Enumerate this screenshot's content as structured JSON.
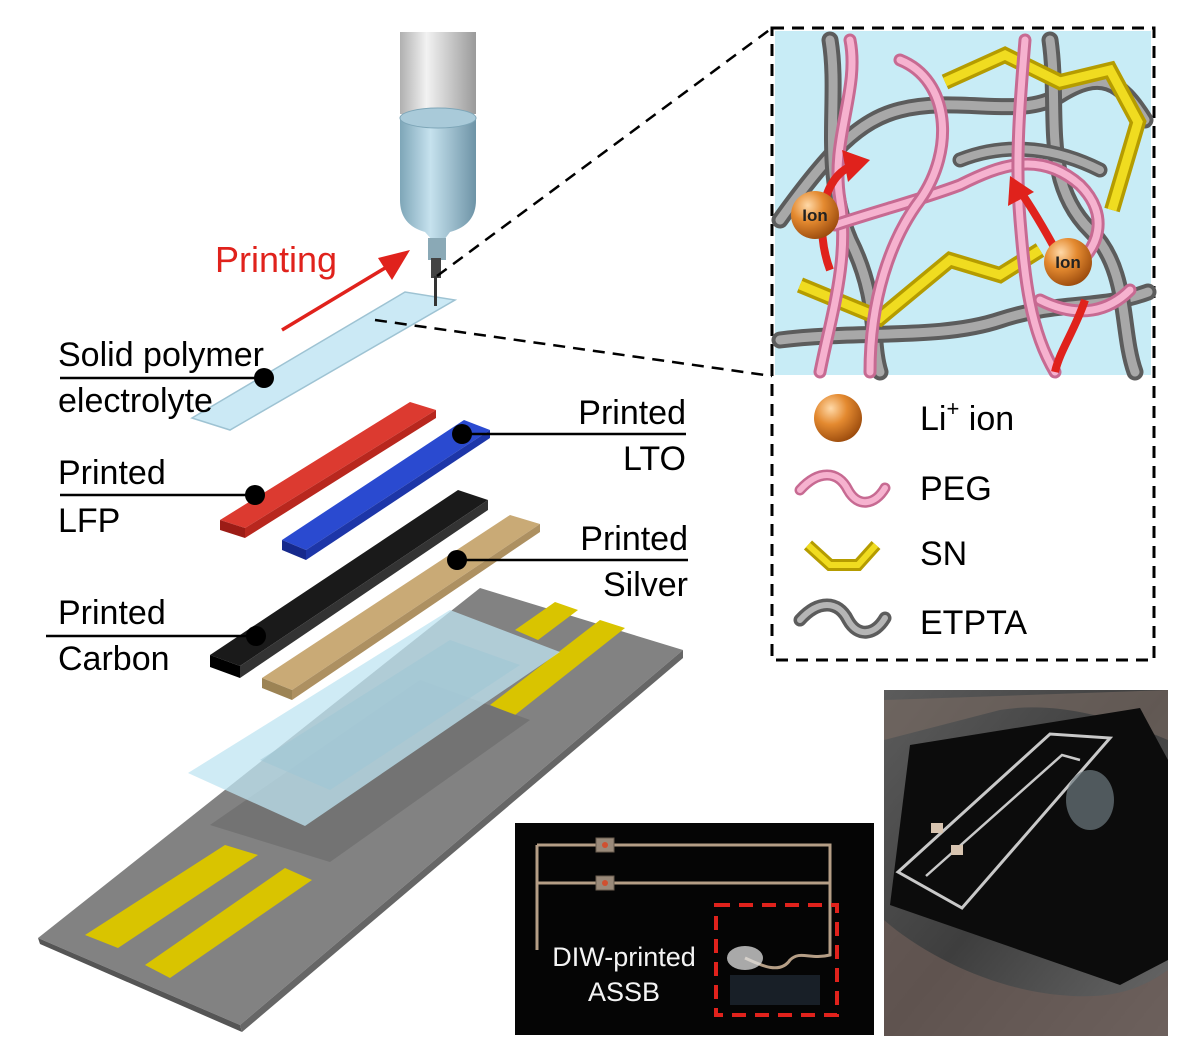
{
  "labels": {
    "printing": "Printing",
    "spe_line1": "Solid polymer",
    "spe_line2": "electrolyte",
    "lfp_line1": "Printed",
    "lfp_line2": "LFP",
    "lto_line1": "Printed",
    "lto_line2": "LTO",
    "silver_line1": "Printed",
    "silver_line2": "Silver",
    "carbon_line1": "Printed",
    "carbon_line2": "Carbon"
  },
  "network": {
    "ion_label": "Ion",
    "legend": {
      "li_ion_base": "Li",
      "li_ion_sup": "+",
      "li_ion_tail": " ion",
      "peg": "PEG",
      "sn": "SN",
      "etpta": "ETPTA"
    }
  },
  "photo": {
    "caption_line1": "DIW-printed",
    "caption_line2": "ASSB"
  },
  "colors": {
    "printing_arrow": "#e0221c",
    "lfp": "#d8322a",
    "lto": "#2344c4",
    "carbon": "#101010",
    "silver": "#c6a672",
    "electrolyte": "#bfe4f2",
    "substrate": "#7a7a7a",
    "yellow_contacts": "#d6c200",
    "peg": "#f3a3c4",
    "sn": "#e8d000",
    "etpta": "#8a8a8a",
    "ion": "#e07a20",
    "network_bg": "#c8ecf6",
    "dashed_box": "#d8221c"
  }
}
